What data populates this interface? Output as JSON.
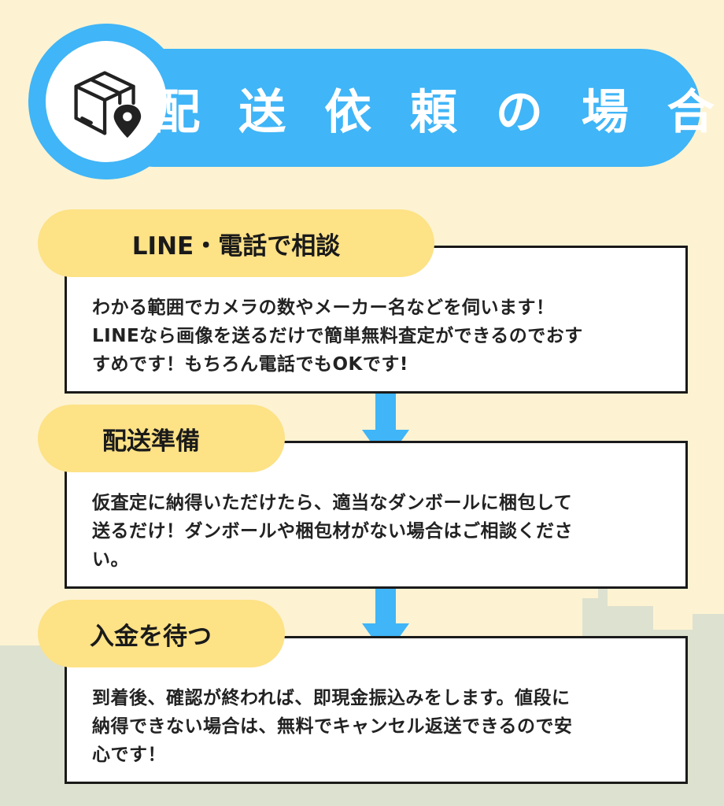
{
  "header": {
    "title": "配 送 依 頼 の 場 合",
    "icon": "package-location-icon"
  },
  "steps": [
    {
      "label": "LINE・電話で相談",
      "lines": [
        "わかる範囲でカメラの数やメーカー名などを伺います！",
        "LINEなら画像を送るだけで簡単無料査定ができるのでおす",
        "すめです！もちろん電話でもOKです!"
      ]
    },
    {
      "label": "配送準備",
      "lines": [
        "仮査定に納得いただけたら、適当なダンボールに梱包して",
        "送るだけ！ダンボールや梱包材がない場合はご相談くださ",
        "い。"
      ]
    },
    {
      "label": "入金を待つ",
      "lines": [
        "到着後、確認が終われば、即現金振込みをします。値段に",
        "納得できない場合は、無料でキャンセル返送できるので安",
        "心です！"
      ]
    }
  ],
  "colors": {
    "background": "#fdf3d2",
    "accent_blue": "#40b5f7",
    "label_yellow": "#fde286",
    "skyline": "#dde1cf"
  }
}
